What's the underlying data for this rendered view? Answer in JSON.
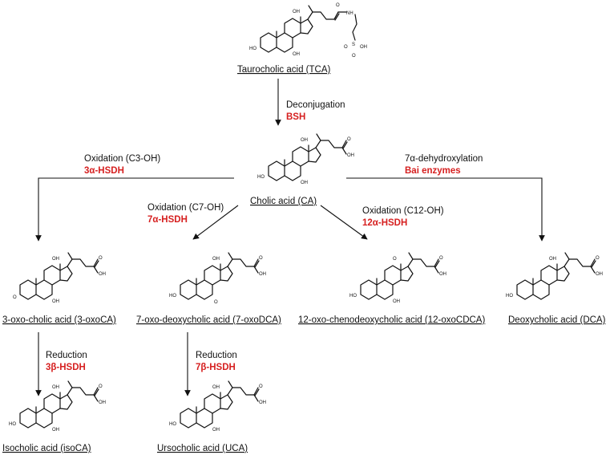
{
  "compounds": {
    "tca": "Taurocholic acid (TCA)",
    "ca": "Cholic acid (CA)",
    "oxoca3": "3-oxo-cholic acid (3-oxoCA)",
    "oxodca7": "7-oxo-deoxycholic acid (7-oxoDCA)",
    "oxocdca12": "12-oxo-chenodeoxycholic acid (12-oxoCDCA)",
    "dca": "Deoxycholic acid (DCA)",
    "isoca": "Isocholic acid (isoCA)",
    "uca": "Ursocholic acid (UCA)"
  },
  "reactions": {
    "deconjugation": {
      "label": "Deconjugation",
      "enzyme": "BSH"
    },
    "ox_c3": {
      "label": "Oxidation (C3-OH)",
      "enzyme": "3α-HSDH"
    },
    "ox_c7": {
      "label": "Oxidation (C7-OH)",
      "enzyme": "7α-HSDH"
    },
    "ox_c12": {
      "label": "Oxidation (C12-OH)",
      "enzyme": "12α-HSDH"
    },
    "dehydroxylation": {
      "label": "7α-dehydroxylation",
      "enzyme": "Bai enzymes"
    },
    "red_3b": {
      "label": "Reduction",
      "enzyme": "3β-HSDH"
    },
    "red_7b": {
      "label": "Reduction",
      "enzyme": "7β-HSDH"
    }
  },
  "atoms": {
    "oh": "OH",
    "ho": "HO",
    "o": "O",
    "nh": "NH",
    "s": "S"
  },
  "colors": {
    "enzyme": "#d62020",
    "text": "#111111"
  }
}
